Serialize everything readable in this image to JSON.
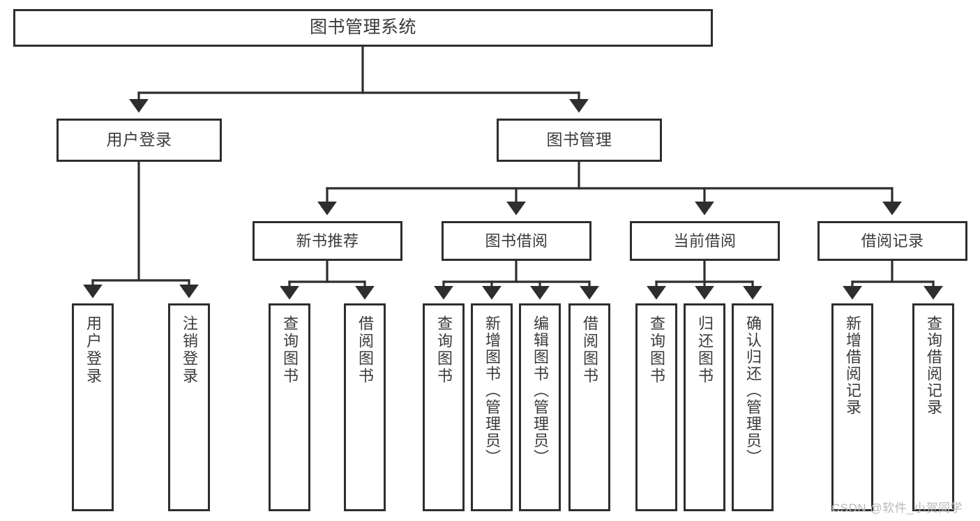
{
  "diagram": {
    "type": "tree",
    "title": "图书管理系统",
    "orientation": "top-down",
    "root": {
      "id": "root",
      "label": "图书管理系统"
    },
    "level1": [
      {
        "id": "user-login",
        "label": "用户登录"
      },
      {
        "id": "book-management",
        "label": "图书管理"
      }
    ],
    "level2": [
      {
        "id": "new-book-recommend",
        "label": "新书推荐",
        "parent": "book-management"
      },
      {
        "id": "book-borrow",
        "label": "图书借阅",
        "parent": "book-management"
      },
      {
        "id": "current-borrow",
        "label": "当前借阅",
        "parent": "book-management"
      },
      {
        "id": "borrow-record",
        "label": "借阅记录",
        "parent": "book-management"
      }
    ],
    "leaves": [
      {
        "id": "leaf-user-login",
        "label": "用户登录",
        "parent": "user-login"
      },
      {
        "id": "leaf-logout-login",
        "label": "注销登录",
        "parent": "user-login"
      },
      {
        "id": "leaf-query-book-1",
        "label": "查询图书",
        "parent": "new-book-recommend"
      },
      {
        "id": "leaf-borrow-book-1",
        "label": "借阅图书",
        "parent": "new-book-recommend"
      },
      {
        "id": "leaf-query-book-2",
        "label": "查询图书",
        "parent": "book-borrow"
      },
      {
        "id": "leaf-add-book",
        "label": "新增图书（管理员）",
        "parent": "book-borrow"
      },
      {
        "id": "leaf-edit-book",
        "label": "编辑图书（管理员）",
        "parent": "book-borrow"
      },
      {
        "id": "leaf-borrow-book-2",
        "label": "借阅图书",
        "parent": "book-borrow"
      },
      {
        "id": "leaf-query-book-3",
        "label": "查询图书",
        "parent": "current-borrow"
      },
      {
        "id": "leaf-return-book",
        "label": "归还图书",
        "parent": "current-borrow"
      },
      {
        "id": "leaf-confirm-return",
        "label": "确认归还（管理员）",
        "parent": "current-borrow"
      },
      {
        "id": "leaf-add-record",
        "label": "新增借阅记录",
        "parent": "borrow-record"
      },
      {
        "id": "leaf-query-record",
        "label": "查询借阅记录",
        "parent": "borrow-record"
      }
    ],
    "colors": {
      "box_border": "#2e2e2e",
      "box_fill": "#ffffff",
      "text": "#3b3b3b",
      "edge": "#2e2e2e",
      "background": "#ffffff",
      "watermark": "#b9b9b9"
    }
  },
  "watermark": {
    "text": "CSDN @软件_小贺同学"
  }
}
